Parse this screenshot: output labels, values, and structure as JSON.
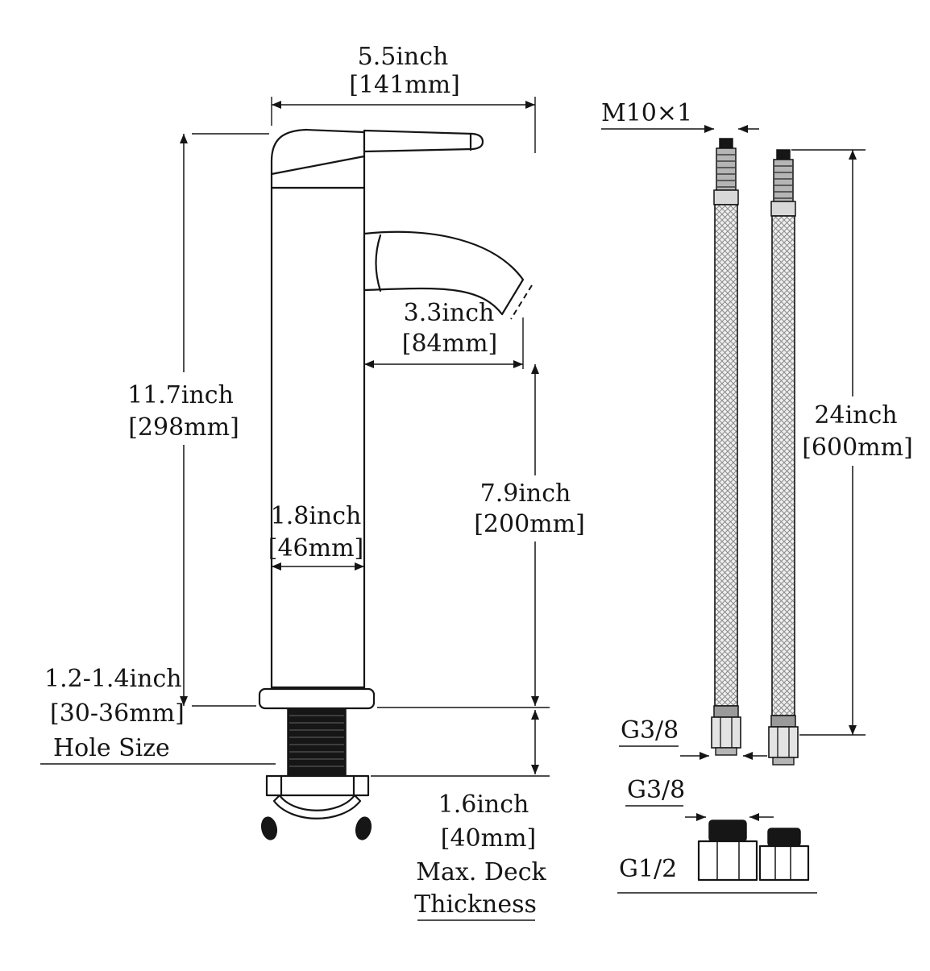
{
  "page": {
    "background": "#ffffff",
    "ink": "#151515"
  },
  "diagram": {
    "faucet": {
      "top_width": {
        "in": "5.5inch",
        "mm": "[141mm]"
      },
      "overall_height": {
        "in": "11.7inch",
        "mm": "[298mm]"
      },
      "spout_reach": {
        "in": "3.3inch",
        "mm": "[84mm]"
      },
      "spout_height": {
        "in": "7.9inch",
        "mm": "[200mm]"
      },
      "body_diameter": {
        "in": "1.8inch",
        "mm": "[46mm]"
      },
      "hole_size": {
        "in": "1.2-1.4inch",
        "mm": "[30-36mm]",
        "label": "Hole Size"
      },
      "deck_thickness": {
        "in": "1.6inch",
        "mm": "[40mm]",
        "label_line1": "Max. Deck",
        "label_line2": "Thickness"
      }
    },
    "hoses": {
      "thread_top": "M10×1",
      "length": {
        "in": "24inch",
        "mm": "[600mm]"
      },
      "fitting_bottom": "G3/8"
    },
    "adapters": {
      "nut1": "G3/8",
      "nut2": "G1/2"
    }
  }
}
